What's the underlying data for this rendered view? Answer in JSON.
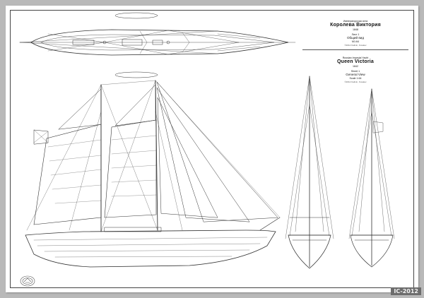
{
  "title_block_ru": {
    "caption": "Императорская яхта",
    "name": "Королева Виктория",
    "year": "1848",
    "sheet": "Лист 1",
    "subject": "Общий вид",
    "scale": "М1:64",
    "credit": "©2012 Kalinin, Kovalev"
  },
  "title_block_en": {
    "caption": "Russian Imperial Yacht",
    "name": "Queen Victoria",
    "year": "1842",
    "sheet": "Sheet 1",
    "subject": "General View",
    "scale": "Scale 1:64",
    "credit": "©2012 Kalinin, Kovalev"
  },
  "watermark": "IC-2012",
  "colors": {
    "line": "#333333",
    "paper": "#ffffff",
    "background": "#b9b9b9",
    "watermark_bg": "#6d6d6d"
  }
}
